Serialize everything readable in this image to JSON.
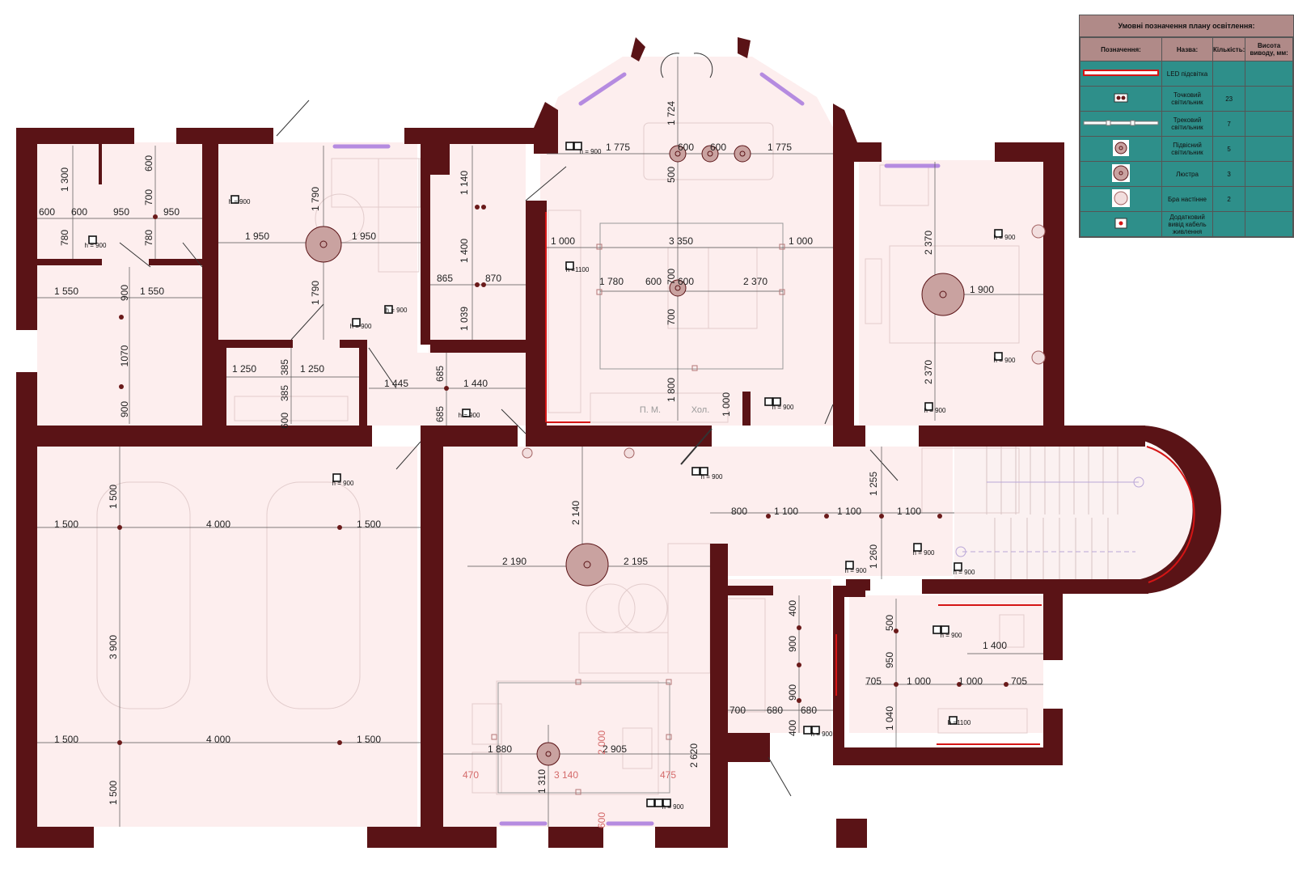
{
  "legend": {
    "title": "Умовні позначення плану освітлення:",
    "headers": {
      "symbol": "Позначення:",
      "name": "Назва:",
      "qty": "Кількість:",
      "height": "Висота виводу, мм:"
    },
    "rows": [
      {
        "name": "LED підсвітка",
        "qty": "",
        "icon": "led-strip-icon"
      },
      {
        "name": "Точковий світильник",
        "qty": "23",
        "icon": "spot-light-icon"
      },
      {
        "name": "Трековий світильник",
        "qty": "7",
        "icon": "track-light-icon"
      },
      {
        "name": "Підвісний світильник",
        "qty": "5",
        "icon": "pendant-light-icon"
      },
      {
        "name": "Люстра",
        "qty": "3",
        "icon": "chandelier-icon"
      },
      {
        "name": "Бра настінне",
        "qty": "2",
        "icon": "wall-sconce-icon"
      },
      {
        "name": "Додатковий вивід кабель живлення",
        "qty": "",
        "icon": "power-outlet-icon"
      }
    ]
  },
  "colors": {
    "wall": "#5a1316",
    "floor": "#fdeeee",
    "led": "#d51515",
    "window_light": "#b58be0",
    "legend_teal": "#2e8f8a",
    "legend_header": "#b08a88",
    "chandelier": "#c9a2a0"
  },
  "room_labels": {
    "pantry": "П. М.",
    "fridge": "Хол."
  },
  "heights": {
    "h900": "h = 900",
    "h1100": "h =1100"
  },
  "dims": {
    "top_left_1300": "1 300",
    "top_left_600a": "600",
    "top_left_600b": "600",
    "top_left_950a": "950",
    "top_left_950b": "950",
    "top_left_600v": "600",
    "top_left_700v": "700",
    "top_left_780a": "780",
    "top_left_780b": "780",
    "mid_1550a": "1 550",
    "mid_1550b": "1 550",
    "mid_900a": "900",
    "mid_1070": "1070",
    "mid_900b": "900",
    "bed_1790a": "1 790",
    "bed_1790b": "1 790",
    "bed_1950a": "1 950",
    "bed_1950b": "1 950",
    "hall_1140": "1 140",
    "hall_1400": "1 400",
    "hall_1039": "1 039",
    "hall_865": "865",
    "hall_870": "870",
    "bay_1724": "1 724",
    "bay_1775a": "1 775",
    "bay_1775b": "1 775",
    "bay_600a": "600",
    "bay_600b": "600",
    "bay_500": "500",
    "kit_1000a": "1 000",
    "kit_3350": "3 350",
    "kit_1000b": "1 000",
    "kit_1780": "1 780",
    "kit_600a": "600",
    "kit_600b": "600",
    "kit_2370": "2 370",
    "kit_700a": "700",
    "kit_700b": "700",
    "kit_1800": "1 800",
    "kit_1000v": "1 000",
    "br_2370a": "2 370",
    "br_2370b": "2 370",
    "br_1900": "1 900",
    "bath_1250a": "1 250",
    "bath_1250b": "1 250",
    "bath_385a": "385",
    "bath_385b": "385",
    "bath_600": "600",
    "cor_1445": "1 445",
    "cor_1440": "1 440",
    "cor_685a": "685",
    "cor_685b": "685",
    "gar_1500a": "1 500",
    "gar_1500b": "1 500",
    "gar_4000a": "4 000",
    "gar_1500c": "1 500",
    "gar_3900": "3 900",
    "gar_1500d": "1 500",
    "gar_4000b": "4 000",
    "gar_1500e": "1 500",
    "gar_1500f": "1 500",
    "liv_2140": "2 140",
    "liv_2190": "2 190",
    "liv_2195": "2 195",
    "liv_1880": "1 880",
    "liv_2905": "2 905",
    "liv_1310": "1 310",
    "liv_2620": "2 620",
    "liv_2000": "2 000",
    "liv_470": "470",
    "liv_3140": "3 140",
    "liv_475": "475",
    "liv_600": "600",
    "hl_1255": "1 255",
    "hl_800": "800",
    "hl_1100a": "1 100",
    "hl_1100b": "1 100",
    "hl_1100c": "1 100",
    "hl_1260": "1 260",
    "wc_400a": "400",
    "wc_900a": "900",
    "wc_900b": "900",
    "wc_400b": "400",
    "wc_700": "700",
    "wc_680a": "680",
    "wc_680b": "680",
    "bt_500": "500",
    "bt_950": "950",
    "bt_1040": "1 040",
    "bt_1400": "1 400",
    "bt_705a": "705",
    "bt_1000a": "1 000",
    "bt_1000b": "1 000",
    "bt_705b": "705"
  }
}
